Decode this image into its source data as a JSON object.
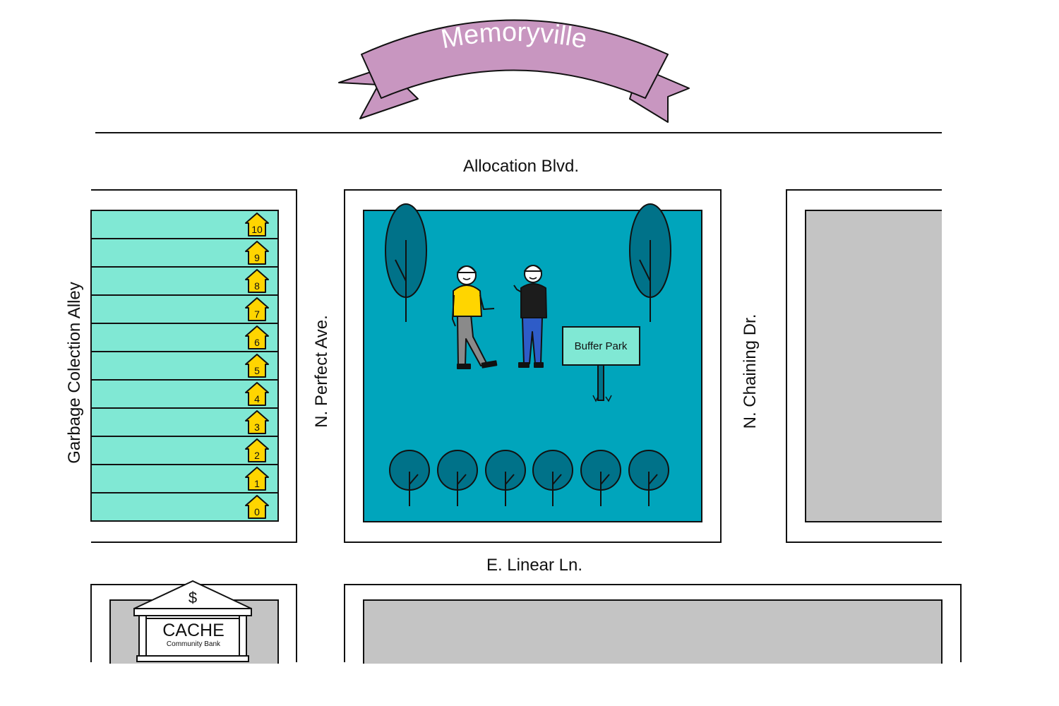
{
  "banner": {
    "title": "Memoryville",
    "color": "#c896c0"
  },
  "streets": {
    "top": "Allocation Blvd.",
    "middle": "E. Linear Ln.",
    "left_alley": "Garbage Colection Alley",
    "perfect": "N. Perfect Ave.",
    "chaining": "N. Chaining Dr."
  },
  "houses": {
    "labels": [
      "10",
      "9",
      "8",
      "7",
      "6",
      "5",
      "4",
      "3",
      "2",
      "1",
      "0"
    ],
    "lot_color": "#80e8d4",
    "house_color": "#ffd500",
    "icon": "house-icon"
  },
  "park": {
    "sign": "Buffer Park",
    "lawn_color": "#00a5bc",
    "tree_color": "#007289",
    "people": [
      "person-yellow-shirt-icon",
      "person-black-shirt-icon"
    ]
  },
  "bank": {
    "symbol": "$",
    "name": "CACHE",
    "subtitle": "Community Bank",
    "icon": "bank-icon"
  },
  "colors": {
    "vacant_lot": "#c4c4c4",
    "road_line": "#111111"
  }
}
